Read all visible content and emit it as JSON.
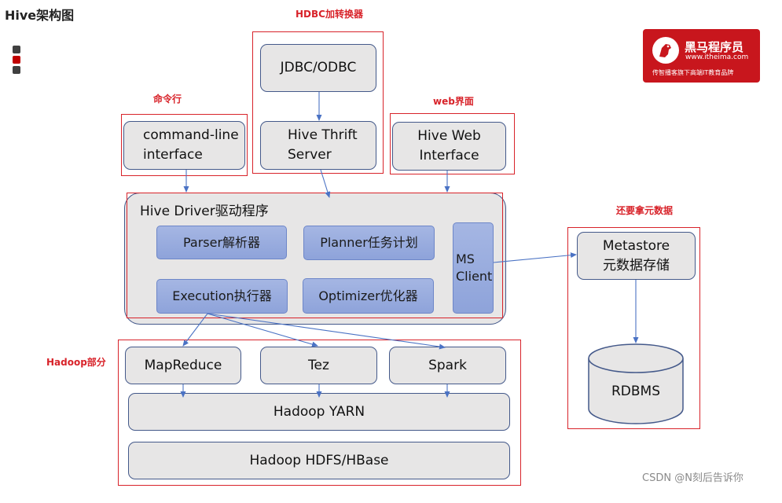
{
  "page": {
    "title": "Hive架构图"
  },
  "labels": {
    "hdbc": "HDBC加转换器",
    "cli": "命令行",
    "web": "web界面",
    "meta": "还要拿元数据",
    "hadoop": "Hadoop部分"
  },
  "boxes": {
    "jdbc": "JDBC/ODBC",
    "thrift_line1": "Hive Thrift",
    "thrift_line2": "Server",
    "cli_line1": "command-line",
    "cli_line2": "interface",
    "web_line1": "Hive Web",
    "web_line2": "Interface",
    "driver": "Hive Driver驱动程序",
    "parser": "Parser解析器",
    "planner": "Planner任务计划",
    "execution": "Execution执行器",
    "optimizer": "Optimizer优化器",
    "ms_line1": "MS",
    "ms_line2": "Client",
    "metastore_line1": "Metastore",
    "metastore_line2": "元数据存储",
    "rdbms": "RDBMS",
    "mapreduce": "MapReduce",
    "tez": "Tez",
    "spark": "Spark",
    "yarn": "Hadoop YARN",
    "hdfs": "Hadoop HDFS/HBase"
  },
  "logo": {
    "name": "黑马程序员",
    "url": "www.itheima.com",
    "slogan": "传智播客旗下高端IT教育品牌"
  },
  "watermark": "CSDN @N刻后告诉你",
  "colors": {
    "accent_red": "#d8232a",
    "box_border": "#44598a",
    "box_fill": "#e7e6e6",
    "blue_fill": "#95a9dd",
    "arrow": "#4a72c4"
  }
}
